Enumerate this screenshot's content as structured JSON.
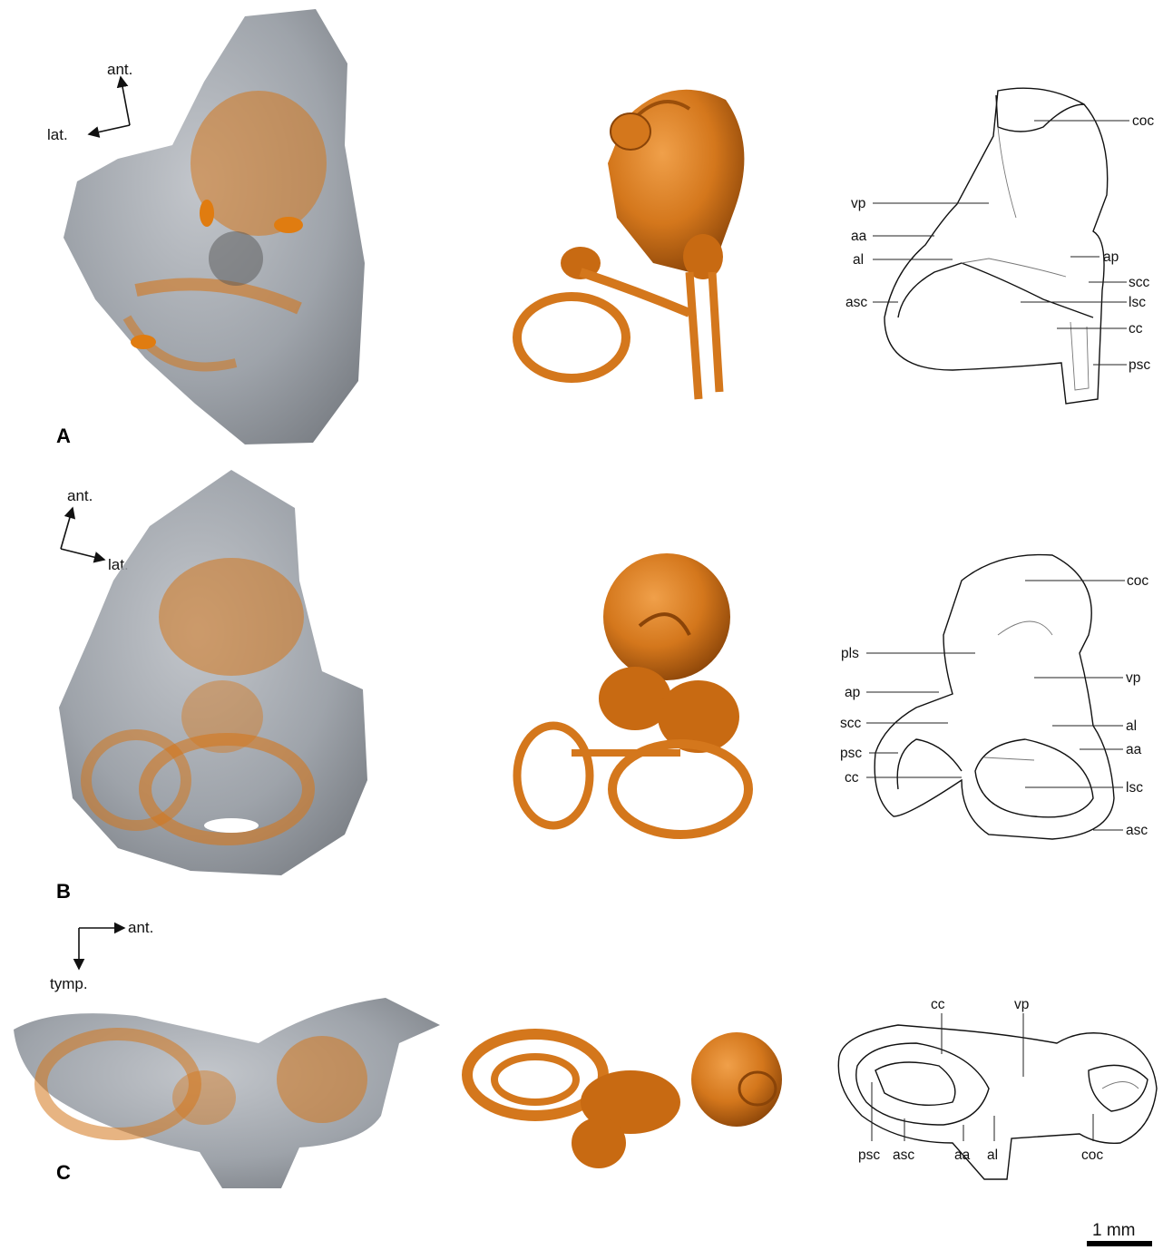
{
  "panels": [
    {
      "letter": "A",
      "orientation": {
        "vertical": "ant.",
        "horizontal": "lat."
      },
      "labels": {
        "coc": "coc",
        "vp": "vp",
        "aa": "aa",
        "al": "al",
        "asc": "asc",
        "ap": "ap",
        "scc": "scc",
        "lsc": "lsc",
        "cc": "cc",
        "psc": "psc"
      }
    },
    {
      "letter": "B",
      "orientation": {
        "vertical": "ant.",
        "horizontal": "lat."
      },
      "labels": {
        "coc": "coc",
        "pls": "pls",
        "vp": "vp",
        "ap": "ap",
        "al": "al",
        "scc": "scc",
        "aa": "aa",
        "psc": "psc",
        "cc": "cc",
        "lsc": "lsc",
        "asc": "asc"
      }
    },
    {
      "letter": "C",
      "orientation": {
        "horizontal": "ant.",
        "vertical": "tymp."
      },
      "labels": {
        "cc": "cc",
        "vp": "vp",
        "psc": "psc",
        "asc": "asc",
        "aa": "aa",
        "al": "al",
        "coc": "coc"
      }
    }
  ],
  "scale_bar": {
    "label": "1 mm"
  },
  "colors": {
    "bone": "#8d939b",
    "endocast": "#d4771c",
    "endocast_dark": "#9a4e0a",
    "line": "#111111"
  }
}
